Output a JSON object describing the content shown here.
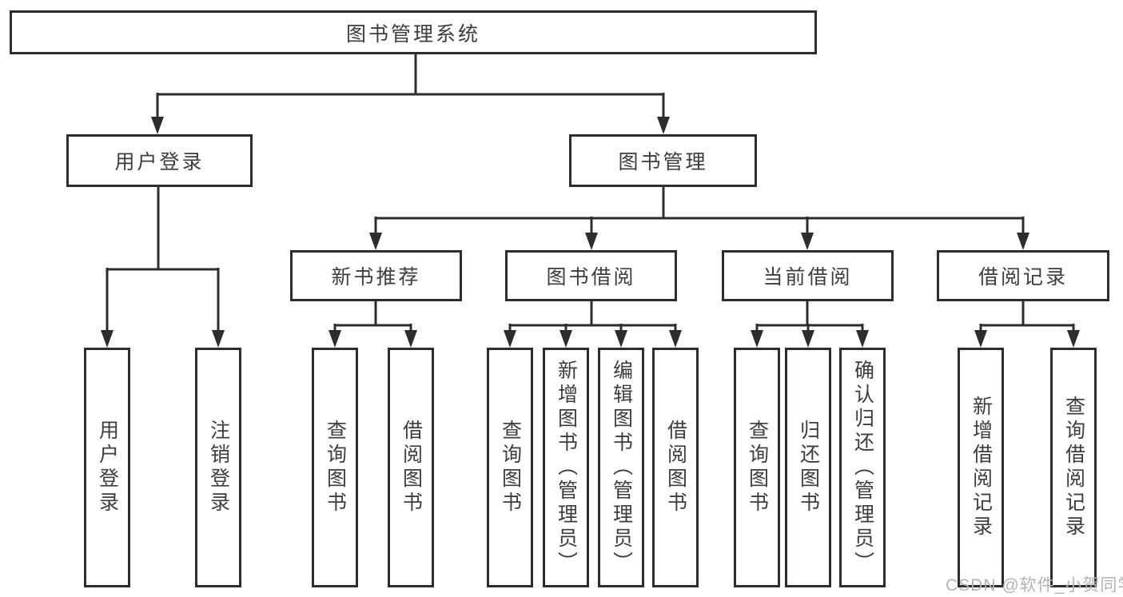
{
  "tree": {
    "root": {
      "label": "图书管理系统"
    },
    "children": [
      {
        "label": "用户登录",
        "children": [
          {
            "label": "用户登录"
          },
          {
            "label": "注销登录"
          }
        ]
      },
      {
        "label": "图书管理",
        "children": [
          {
            "label": "新书推荐",
            "children": [
              {
                "label": "查询图书"
              },
              {
                "label": "借阅图书"
              }
            ]
          },
          {
            "label": "图书借阅",
            "children": [
              {
                "label": "查询图书"
              },
              {
                "label": "新增图书（管理员）"
              },
              {
                "label": "编辑图书（管理员）"
              },
              {
                "label": "借阅图书"
              }
            ]
          },
          {
            "label": "当前借阅",
            "children": [
              {
                "label": "查询图书"
              },
              {
                "label": "归还图书"
              },
              {
                "label": "确认归还（管理员）"
              }
            ]
          },
          {
            "label": "借阅记录",
            "children": [
              {
                "label": "新增借阅记录"
              },
              {
                "label": "查询借阅记录"
              }
            ]
          }
        ]
      }
    ]
  },
  "watermark": {
    "text": "CSDN @软件_小贺同学"
  },
  "colors": {
    "line": "#2d2d2d",
    "box_border": "#2d2d2d",
    "text": "#3d3d3d",
    "watermark": "#b3b3b3",
    "background": "#ffffff"
  }
}
